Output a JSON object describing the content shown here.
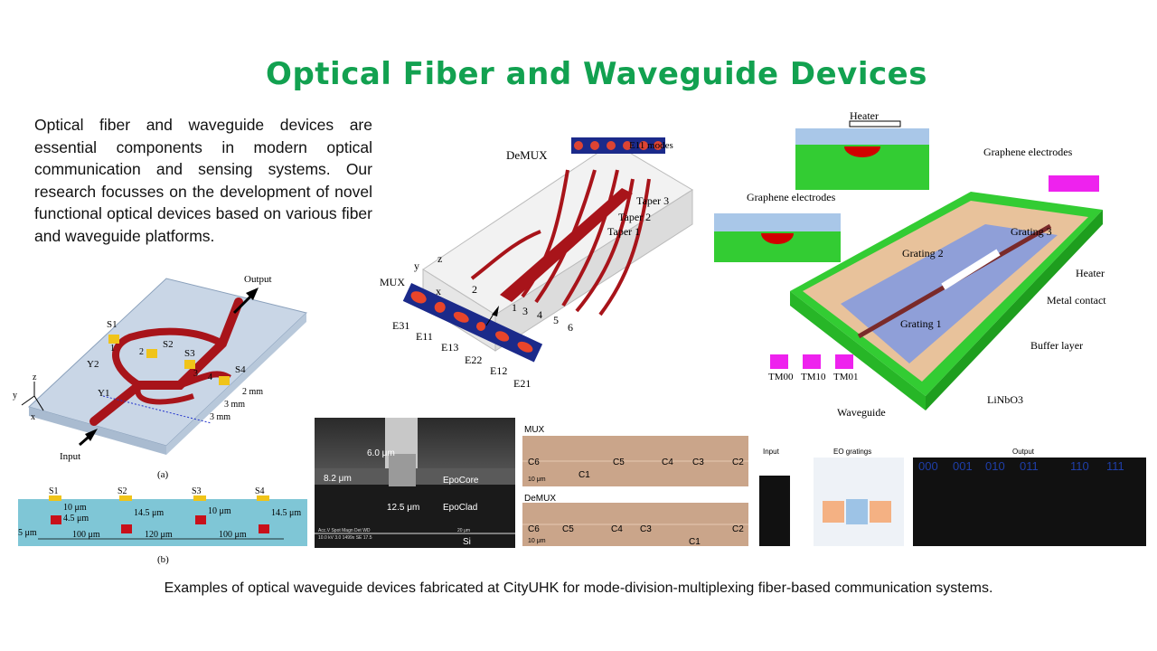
{
  "title": "Optical Fiber and Waveguide Devices",
  "intro": "Optical fiber and waveguide devices are essential components in modern optical communication and sensing systems. Our research focusses on the development of novel functional optical devices based on various fiber and waveguide platforms.",
  "caption": "Examples of optical waveguide devices fabricated at CityUHK for mode-division-multiplexing fiber-based communication systems.",
  "fig_a": {
    "output": "Output",
    "input": "Input",
    "panel": "(a)",
    "s1": "S1",
    "s2": "S2",
    "s3": "S3",
    "s4": "S4",
    "n1": "1",
    "n2": "2",
    "n3": "3",
    "n4": "4",
    "y1": "Y1",
    "y2": "Y2",
    "ax_z": "z",
    "ax_y": "y",
    "ax_x": "x",
    "d1": "2 mm",
    "d2": "3 mm",
    "d3": "3 mm"
  },
  "fig_b": {
    "panel": "(b)",
    "s1": "S1",
    "s2": "S2",
    "s3": "S3",
    "s4": "S4",
    "d10a": "10 μm",
    "d45": "4.5 μm",
    "d5": "5 μm",
    "d145a": "14.5 μm",
    "d10b": "10 μm",
    "d145b": "14.5 μm",
    "d100a": "100 μm",
    "d120": "120 μm",
    "d100b": "100 μm"
  },
  "fig_mux": {
    "demux": "DeMUX",
    "mux": "MUX",
    "e11_modes": "E11 modes",
    "taper3": "Taper 3",
    "taper2": "Taper 2",
    "taper1": "Taper 1",
    "ax_y": "y",
    "ax_z": "z",
    "ax_x": "x",
    "ports": [
      "2",
      "1",
      "3",
      "4",
      "5",
      "6"
    ],
    "modes": [
      "E31",
      "E11",
      "E13",
      "E22",
      "E12",
      "E21"
    ]
  },
  "fig_sem": {
    "w6": "6.0 μm",
    "h82": "8.2 μm",
    "w125": "12.5 μm",
    "epocore": "EpoCore",
    "epoclad": "EpoClad",
    "si": "Si",
    "info": "Acc.V  Spot Magn   Det  WD",
    "info2": "10.0 kV 3.0  1499x  SE  17.5",
    "scale": "20 μm"
  },
  "fig_photo": {
    "mux": "MUX",
    "demux": "DeMUX",
    "scale1": "10 μm",
    "scale2": "10 μm",
    "top_labels": [
      "C6",
      "C1",
      "C5",
      "C4",
      "C3",
      "C2"
    ],
    "bottom_labels": [
      "C6",
      "C5",
      "C4",
      "C3",
      "C1",
      "C2"
    ]
  },
  "fig_ln": {
    "heater_top": "Heater",
    "graphene_electrodes_a": "Graphene electrodes",
    "graphene_electrodes_b": "Graphene electrodes",
    "grating1": "Grating 1",
    "grating2": "Grating 2",
    "grating3": "Grating 3",
    "heater": "Heater",
    "metal_contact": "Metal contact",
    "buffer_layer": "Buffer layer",
    "linbo3": "LiNbO3",
    "waveguide": "Waveguide",
    "tm00": "TM00",
    "tm10": "TM10",
    "tm01": "TM01"
  },
  "fig_eo": {
    "input": "Input",
    "eo_gratings": "EO gratings",
    "output": "Output",
    "codes": [
      "000",
      "001",
      "010",
      "011",
      "110",
      "111"
    ]
  }
}
